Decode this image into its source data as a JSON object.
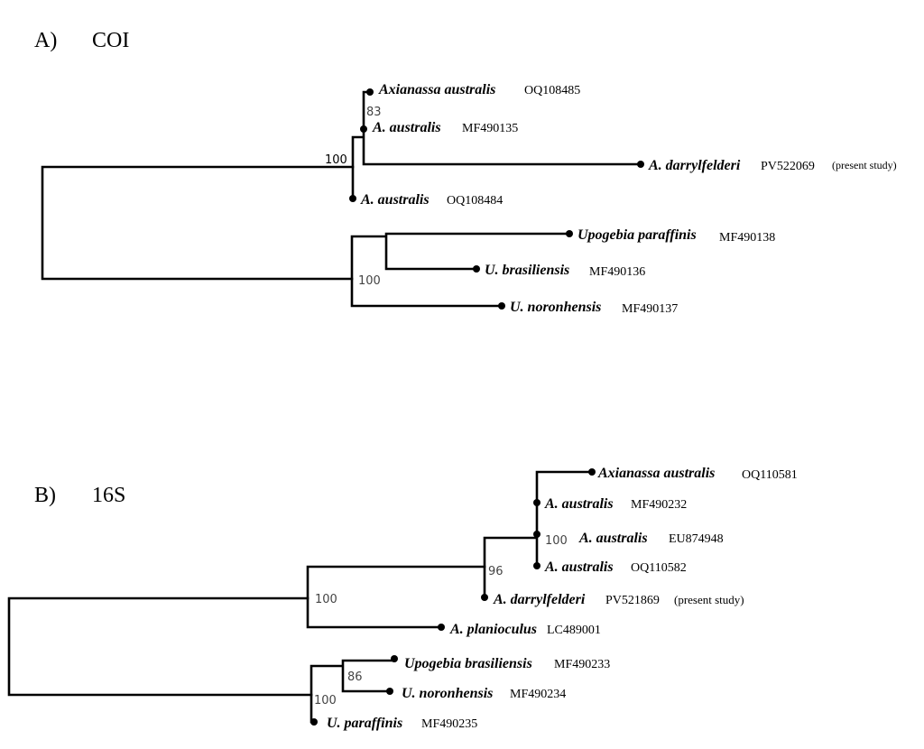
{
  "panels": [
    {
      "label": "A)",
      "marker": "COI",
      "taxa": [
        {
          "name": "Axianassa australis",
          "accession": "OQ108485"
        },
        {
          "name": "A. australis",
          "accession": "MF490135"
        },
        {
          "name": "A. darrylfelderi",
          "accession": "PV522069",
          "note": "(present study)"
        },
        {
          "name": "A. australis",
          "accession": "OQ108484"
        },
        {
          "name": "Upogebia paraffinis",
          "accession": "MF490138"
        },
        {
          "name": "U. brasiliensis",
          "accession": "MF490136"
        },
        {
          "name": "U. noronhensis",
          "accession": "MF490137"
        }
      ],
      "bootstrap": [
        "100",
        "83",
        "100"
      ]
    },
    {
      "label": "B)",
      "marker": "16S",
      "taxa": [
        {
          "name": "Axianassa australis",
          "accession": "OQ110581"
        },
        {
          "name": "A. australis",
          "accession": "MF490232"
        },
        {
          "name": "A. australis",
          "accession": "EU874948"
        },
        {
          "name": "A. australis",
          "accession": "OQ110582"
        },
        {
          "name": "A. darrylfelderi",
          "accession": "PV521869",
          "note": "(present study)"
        },
        {
          "name": "A. planioculus",
          "accession": "LC489001"
        },
        {
          "name": "Upogebia brasiliensis",
          "accession": "MF490233"
        },
        {
          "name": "U. noronhensis",
          "accession": "MF490234"
        },
        {
          "name": "U. paraffinis",
          "accession": "MF490235"
        }
      ],
      "bootstrap": [
        "100",
        "96",
        "100",
        "86",
        "100"
      ]
    }
  ]
}
